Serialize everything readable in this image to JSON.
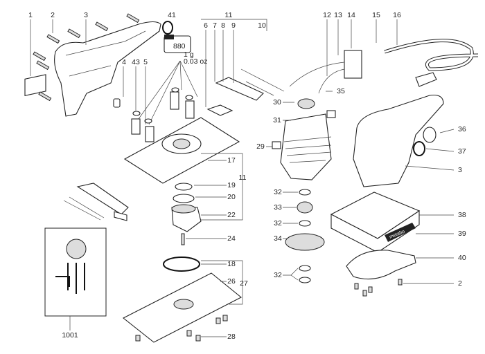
{
  "diagram": {
    "type": "exploded parts diagram",
    "grease_tube": {
      "code": "880",
      "amount": "1 g",
      "amount_imperial": "0.03 oz"
    },
    "logo_text": "metabo",
    "part_labels": [
      "1",
      "2",
      "3",
      "41",
      "11",
      "6",
      "7",
      "8",
      "9",
      "10",
      "12",
      "13",
      "14",
      "15",
      "16",
      "4",
      "43",
      "5",
      "35",
      "30",
      "31",
      "36",
      "37",
      "29",
      "3",
      "17",
      "11",
      "19",
      "20",
      "22",
      "32",
      "33",
      "32",
      "34",
      "38",
      "39",
      "40",
      "24",
      "18",
      "26",
      "27",
      "32",
      "2",
      "28",
      "1001"
    ]
  }
}
